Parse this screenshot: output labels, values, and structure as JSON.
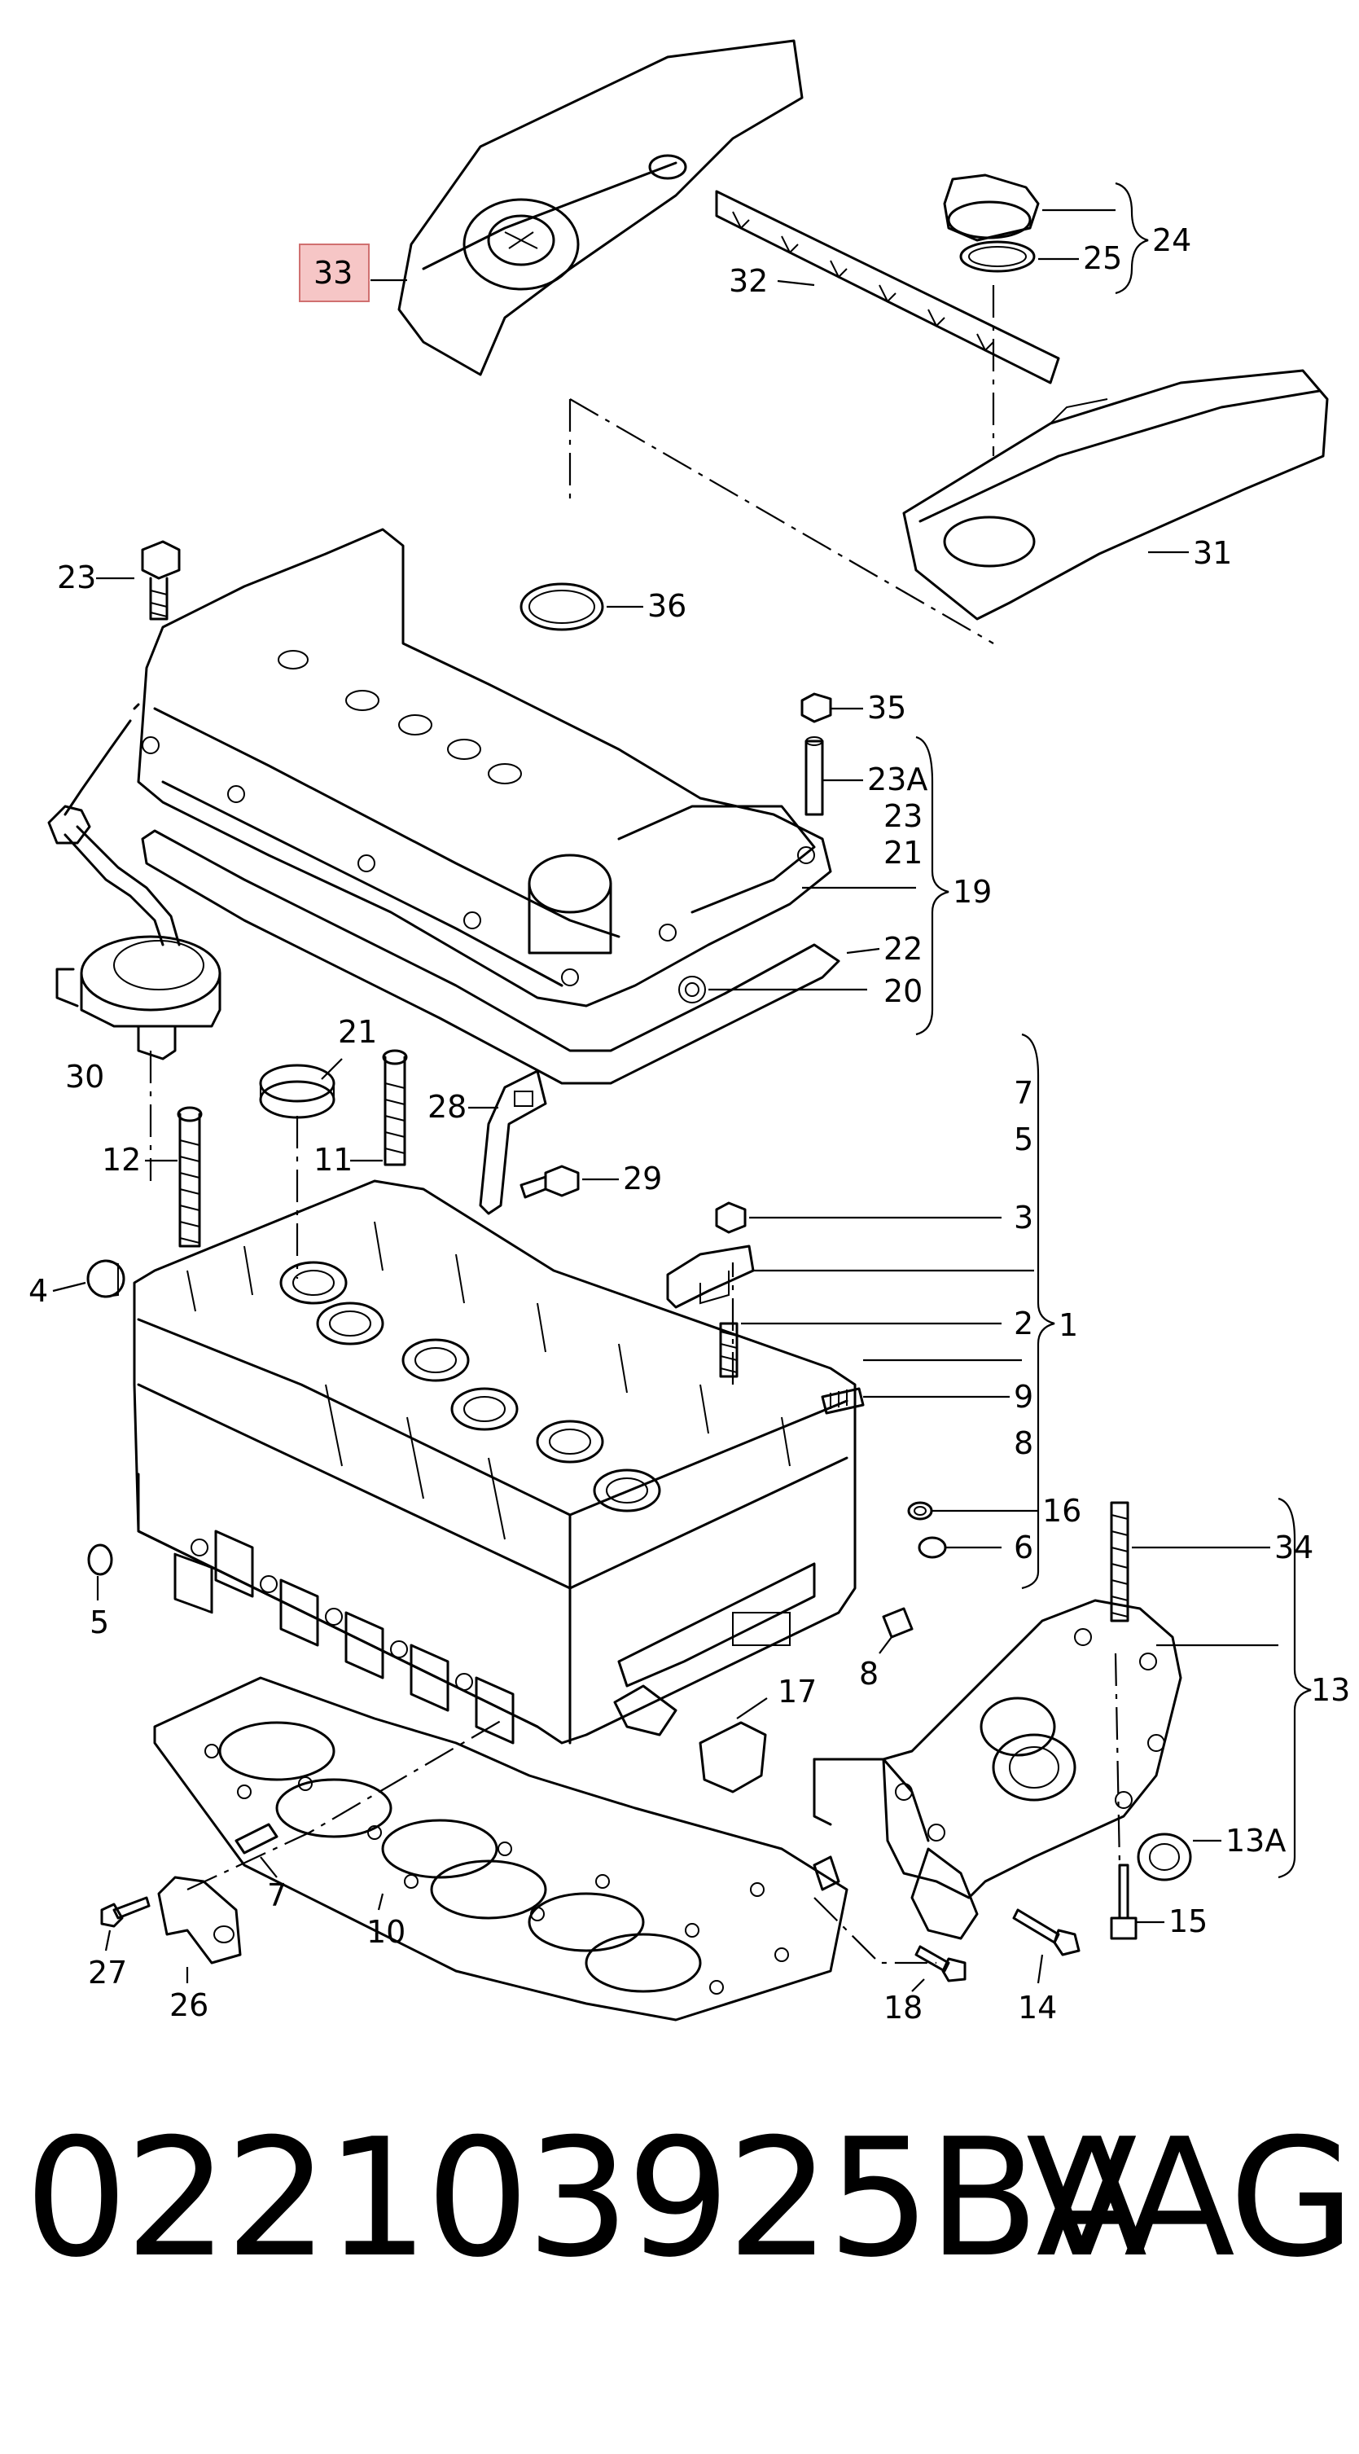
{
  "diagram": {
    "callouts": [
      "33",
      "32",
      "24",
      "25",
      "31",
      "23",
      "36",
      "35",
      "23A",
      "23",
      "21",
      "19",
      "22",
      "20",
      "30",
      "21",
      "28",
      "29",
      "12",
      "11",
      "7",
      "5",
      "4",
      "3",
      "2",
      "1",
      "9",
      "8",
      "16",
      "6",
      "34",
      "13",
      "5",
      "17",
      "8",
      "13A",
      "15",
      "7",
      "10",
      "27",
      "26",
      "18",
      "14"
    ],
    "highlighted_callout": "33",
    "highlight_color": "#f6c6c6",
    "highlight_border": "#d07070"
  },
  "caption": {
    "part_number": "022103925BA",
    "brand": "VAG"
  }
}
